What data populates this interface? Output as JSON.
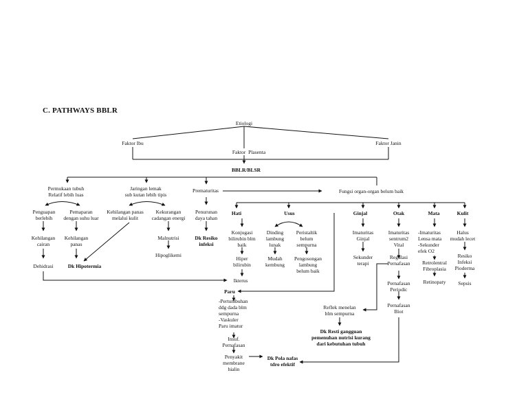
{
  "section_title": "C.  PATHWAYS BBLR",
  "nodes": {
    "etiologi": "Etiologi",
    "faktor_ibu": "Faktor Ibu",
    "faktor_janin": "Faktor Janin",
    "faktor_plasenta": "Faktor  Plasenta",
    "bblr": "BBLR/BLSR",
    "permukaan_tubuh": "Permukaan tubuh\nRelatif lebih luas",
    "jaringan_lemak": "Jaringan lemak\nsub kutan lebih tipis",
    "prematuritas": "Prematuritas",
    "fungsi_organ": "Fungsi organ-organ belum baik",
    "penguapan": "Penguapan\nberlebih",
    "pemaparan": "Pemaparan\ndengan suhu luar",
    "kehilangan_panas_kulit": "Kehilangan panas\nmelalui kulit",
    "kekurangan_energi": "Kekurangan\ncadangan energi",
    "penurunan_daya_tahan": "Penurunan\ndaya tahan",
    "kehilangan_cairan": "Kehilangan\ncairan",
    "kehilangan_panas": "Kehilangan\npanas",
    "malnutrisi": "Malnutrisi",
    "dk_resiko_infeksi": "Dk Resiko\ninfeksi",
    "hipoglikemi": "Hipoglikemi",
    "dehidrasi": "Dehidrasi",
    "dk_hipotermia": "Dk Hipotermia",
    "hati": "Hati",
    "usus": "Usus",
    "ginjal": "Ginjal",
    "otak": "Otak",
    "mata": "Mata",
    "kulit": "Kulit",
    "konjugasi": "Konjugasi\nbilirubin blm\nbaik",
    "dinding_lambung": "Dinding\nlambung\nlunak",
    "peristaltik": "Peristaltik\nbelum\nsempurna",
    "imaturitas_ginjal": "Imaturitas\nGinjal",
    "imaturitas_sentrum": "Imaturitas\nsentrum2\nVital",
    "imaturitas_lensa": "-Imaturitas\nLensa mata\n-Sekunder\nefek O2",
    "halus_mudah_lecet": "Halus\nmudah lecet",
    "hiper_bilirubin": "Hiper\nbilirubin",
    "mudah_kembung": "Mudah\nkembung",
    "pengosongan": "Pengosongan\nlambung\nbelum baik",
    "sekunder_terapi": "Sekunder\nterapi",
    "regulasi_pernafasan": "Regulasi\nPernafasan",
    "retrolentral": "Retrolentral\nFibroplasia",
    "resiko_infeksi_pioderma": "Resiko\nInfeksi\nPioderma",
    "retinopaty": "Retinopaty",
    "sepsis": "Sepsis",
    "pernafasan_periodic": "Pernafasan\nPeriodic",
    "ikterus": "Ikterus",
    "paru": "Paru",
    "pernafasan_biot": "Pernafasan\nBiot",
    "refleks_menelan": "Reflek menelan\nblm sempurna",
    "paru_details": "-Pertumbuhan\nddg dada blm\nsempurna\n-Vaskuler\nParu imatur",
    "dk_resti": "Dk Resti gangguan\npemenuhan nutrisi kurang\ndari kebutuhan tubuh",
    "insuf_pernafasan": "Insuf.\nPernafasan",
    "penyakit_membrane": "Penyakit\nmembrane\nhialin",
    "dk_pola_nafas": "Dk Pola nafas\ntdro efektif"
  }
}
